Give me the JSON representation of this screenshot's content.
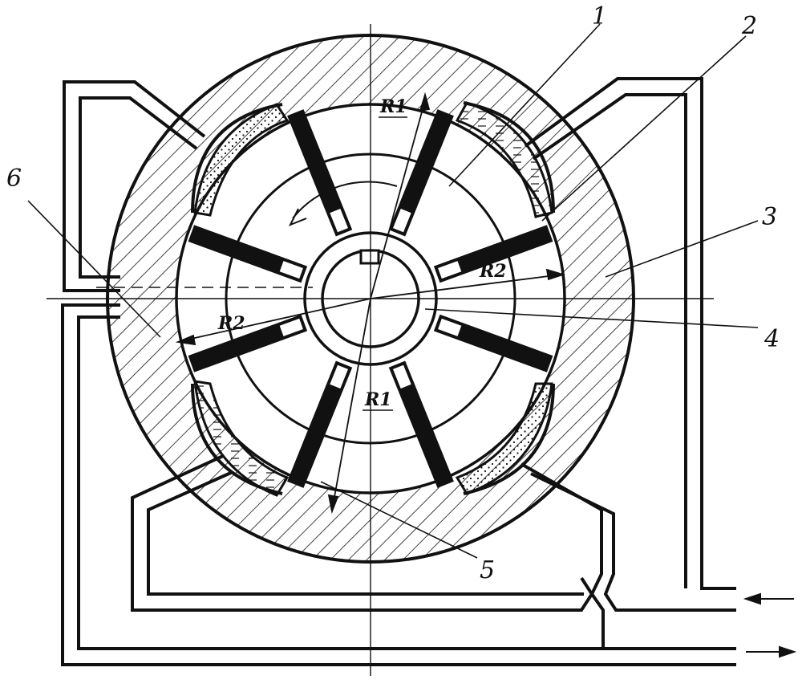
{
  "figure": {
    "callouts": [
      "1",
      "2",
      "3",
      "4",
      "5",
      "6"
    ],
    "radii": {
      "r1_top": "R1",
      "r1_bottom": "R1",
      "r2_right": "R2",
      "r2_left": "R2"
    },
    "colors": {
      "ink": "#111111",
      "paper": "#ffffff"
    }
  }
}
